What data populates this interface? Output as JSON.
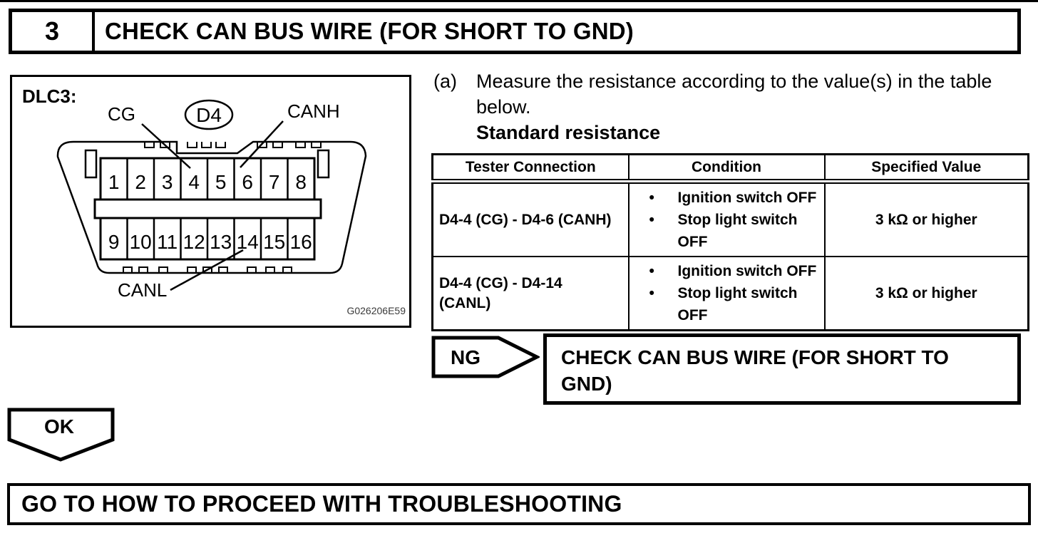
{
  "step_header": {
    "number": "3",
    "title": "CHECK CAN BUS WIRE (FOR SHORT TO GND)"
  },
  "diagram": {
    "label": "DLC3:",
    "connector_code": "D4",
    "cg_label": "CG",
    "canh_label": "CANH",
    "canl_label": "CANL",
    "figure_code": "G026206E59",
    "pins_top": [
      "1",
      "2",
      "3",
      "4",
      "5",
      "6",
      "7",
      "8"
    ],
    "pins_bottom": [
      "9",
      "10",
      "11",
      "12",
      "13",
      "14",
      "15",
      "16"
    ]
  },
  "instruction": {
    "marker": "(a)",
    "text": "Measure the resistance according to the value(s) in the table below.",
    "subheading": "Standard resistance"
  },
  "table": {
    "bullet": "•",
    "headers": [
      "Tester Connection",
      "Condition",
      "Specified Value"
    ],
    "rows": [
      {
        "connection": "D4-4 (CG) - D4-6 (CANH)",
        "conditions": [
          "Ignition switch OFF",
          "Stop light switch OFF"
        ],
        "value": "3 kΩ or higher"
      },
      {
        "connection": "D4-4 (CG) - D4-14 (CANL)",
        "conditions": [
          "Ignition switch OFF",
          "Stop light switch OFF"
        ],
        "value": "3 kΩ or higher"
      }
    ]
  },
  "ng_branch": {
    "label": "NG",
    "action": "CHECK CAN BUS WIRE (FOR SHORT TO GND)"
  },
  "ok_branch": {
    "label": "OK",
    "action": "GO TO HOW TO PROCEED WITH TROUBLESHOOTING"
  }
}
